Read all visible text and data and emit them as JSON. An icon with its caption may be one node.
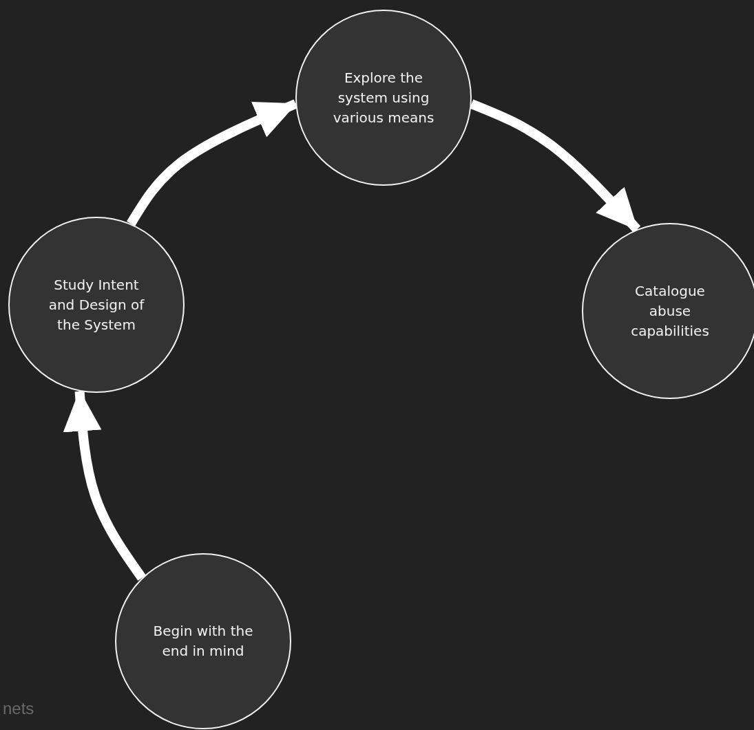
{
  "diagram": {
    "nodes": [
      {
        "text": [
          "Explore the system using various means"
        ]
      },
      {
        "text": [
          "Study Intent and Design of the System"
        ]
      },
      {
        "text": [
          "Catalogue abuse capabilities"
        ]
      },
      {
        "text": [
          "Begin with the end in mind"
        ]
      }
    ],
    "edges": [
      {
        "from": 3,
        "to": 1,
        "arrow": "to"
      },
      {
        "from": 1,
        "to": 0,
        "arrow": "to"
      },
      {
        "from": 0,
        "to": 2,
        "arrow": "to"
      }
    ],
    "labels": [
      "nets"
    ]
  }
}
